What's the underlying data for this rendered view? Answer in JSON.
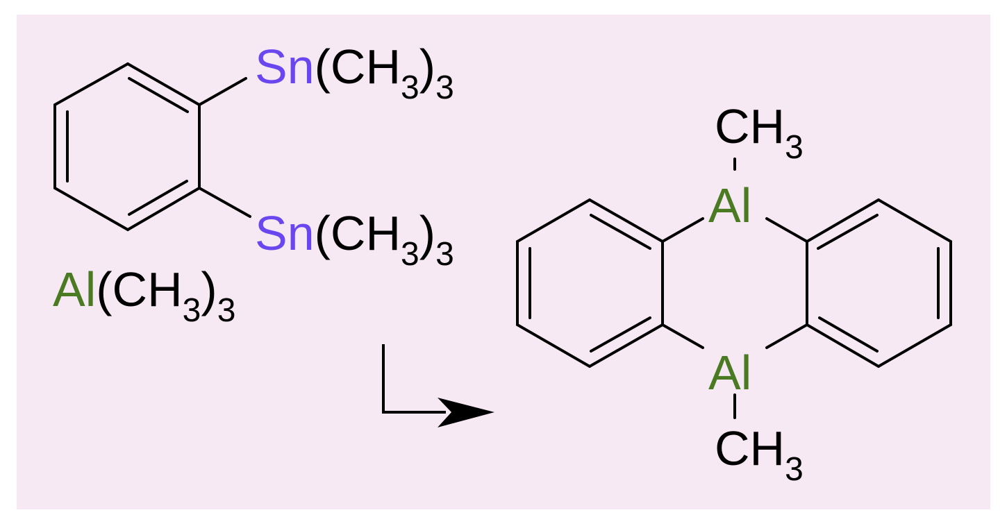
{
  "colors": {
    "background": "#f7e9f3",
    "bond": "#000000",
    "tin": "#6a46f0",
    "aluminum": "#4a7b22",
    "text": "#000000"
  },
  "reactant": {
    "tin_top": {
      "element": "Sn",
      "group_open": "(CH",
      "sub_inner": "3",
      "group_close": ")",
      "sub_outer": "3"
    },
    "tin_bottom": {
      "element": "Sn",
      "group_open": "(CH",
      "sub_inner": "3",
      "group_close": ")",
      "sub_outer": "3"
    }
  },
  "reagent": {
    "element": "Al",
    "group_open": "(CH",
    "sub_inner": "3",
    "group_close": ")",
    "sub_outer": "3"
  },
  "arrow_icon": "bent-reaction-arrow",
  "product": {
    "methyl_top": {
      "text": "CH",
      "sub": "3"
    },
    "al_top": "Al",
    "al_bottom": "Al",
    "methyl_bottom": {
      "text": "CH",
      "sub": "3"
    }
  }
}
